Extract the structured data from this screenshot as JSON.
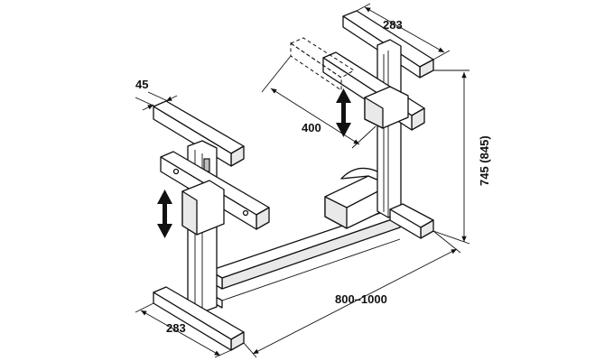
{
  "dimensions": {
    "top_width": "283",
    "bottom_width": "283",
    "beam_width": "45",
    "height": "745 (845)",
    "stroke": "400",
    "length": "800–1000"
  }
}
